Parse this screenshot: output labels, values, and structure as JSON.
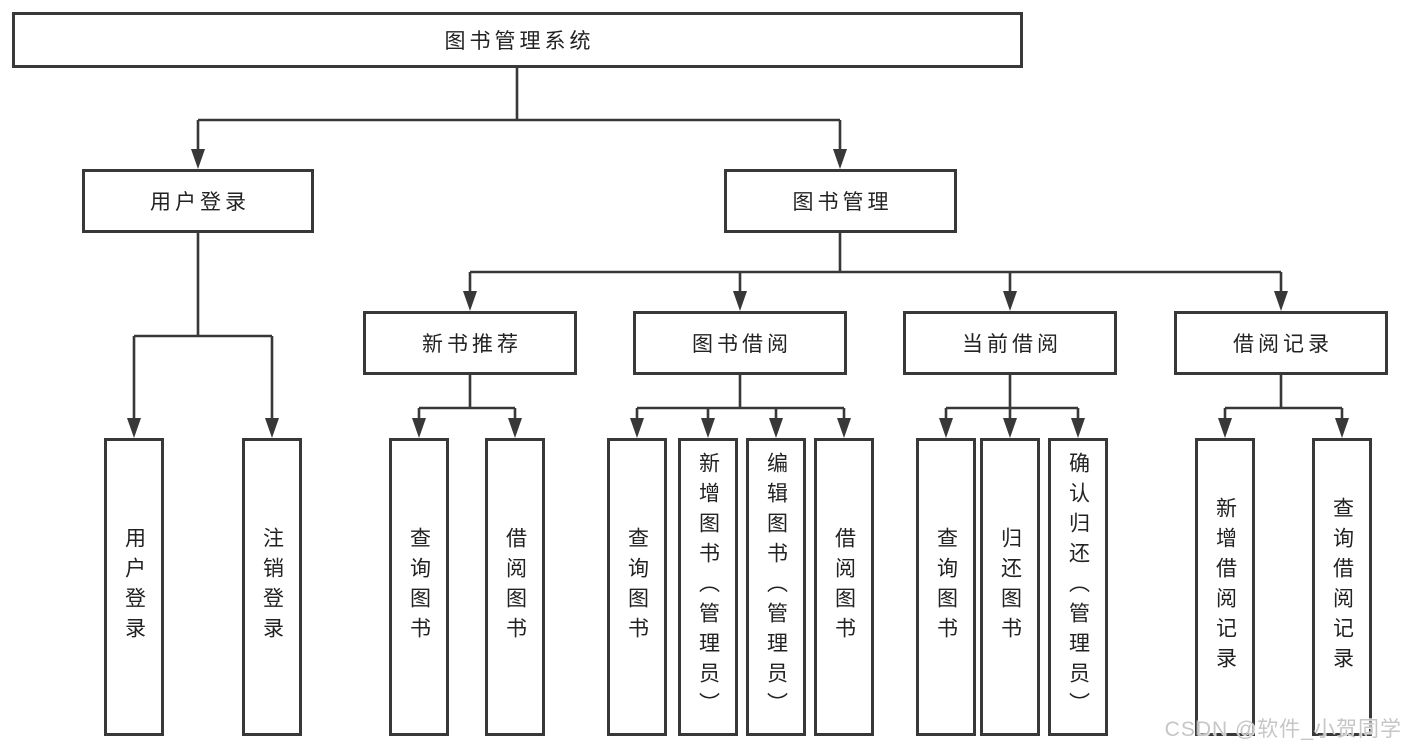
{
  "diagram": {
    "root": {
      "label": "图书管理系统"
    },
    "branches": [
      {
        "label": "用户登录",
        "children": [
          "用户登录",
          "注销登录"
        ]
      },
      {
        "label": "图书管理",
        "sections": [
          {
            "label": "新书推荐",
            "children": [
              "查询图书",
              "借阅图书"
            ]
          },
          {
            "label": "图书借阅",
            "children": [
              "查询图书",
              "新增图书（管理员）",
              "编辑图书（管理员）",
              "借阅图书"
            ]
          },
          {
            "label": "当前借阅",
            "children": [
              "查询图书",
              "归还图书",
              "确认归还（管理员）"
            ]
          },
          {
            "label": "借阅记录",
            "children": [
              "新增借阅记录",
              "查询借阅记录"
            ]
          }
        ]
      }
    ],
    "watermark": "CSDN @软件_小贺同学",
    "colors": {
      "line": "#383838",
      "text": "#222222",
      "background": "#ffffff",
      "watermark": "#c6c6c6"
    }
  }
}
